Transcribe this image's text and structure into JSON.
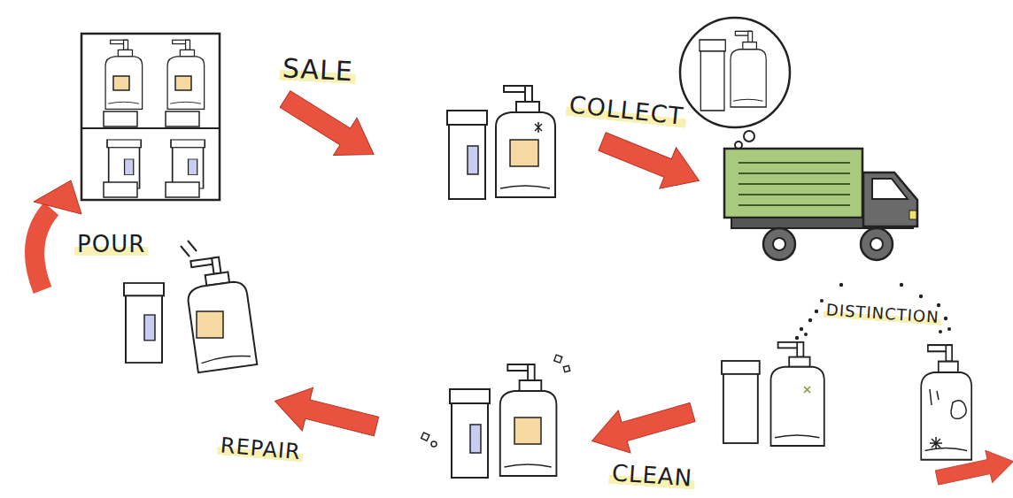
{
  "diagram": {
    "labels": [
      "SALE",
      "COLLECT",
      "DISTINCTION",
      "CLEAN",
      "REPAIR",
      "POUR"
    ]
  }
}
